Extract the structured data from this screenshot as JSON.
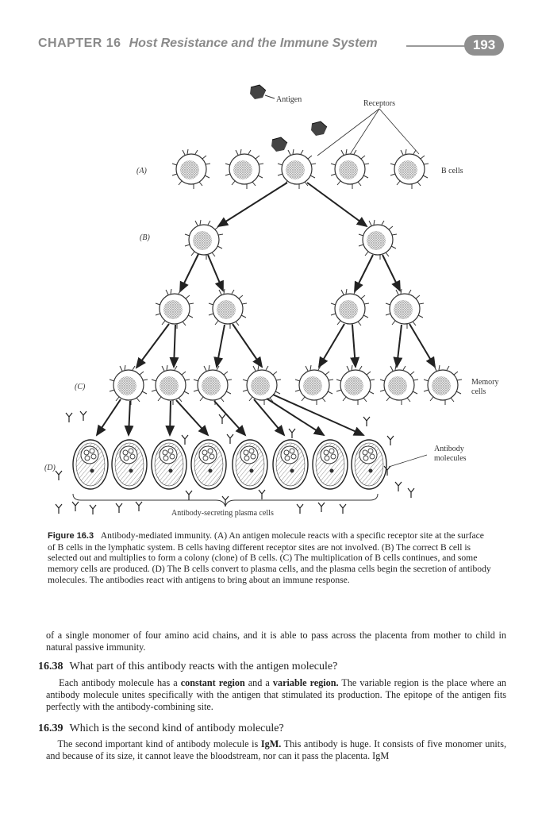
{
  "header": {
    "chapter": "CHAPTER 16",
    "title": "Host Resistance and the Immune System",
    "page_number": "193"
  },
  "figure": {
    "labels": {
      "antigen": "Antigen",
      "receptors": "Receptors",
      "a": "(A)",
      "b": "(B)",
      "c": "(C)",
      "d": "(D)",
      "b_cells": "B cells",
      "memory_1": "Memory",
      "memory_2": "cells",
      "antibody_1": "Antibody",
      "antibody_2": "molecules",
      "plasma": "Antibody-secreting plasma cells"
    },
    "caption": {
      "label": "Figure 16.3",
      "text": "Antibody-mediated immunity. (A) An antigen molecule reacts with a specific receptor site at the surface of B cells in the lymphatic system. B cells having different receptor sites are not involved. (B) The correct B cell is selected out and multiplies to form a colony (clone) of B cells. (C) The multiplication of B cells continues, and some memory cells are produced. (D) The B cells convert to plasma cells, and the plasma cells begin the secretion of antibody molecules. The antibodies react with antigens to bring about an immune response."
    }
  },
  "body": {
    "continuation": "of a single monomer of four amino acid chains, and it is able to pass across the placenta from mother to child in natural passive immunity.",
    "q1": {
      "number": "16.38",
      "question": "What part of this antibody reacts with the antigen molecule?",
      "answer_1": "Each antibody molecule has a ",
      "answer_b1": "constant region",
      "answer_2": " and a ",
      "answer_b2": "variable region.",
      "answer_3": " The variable region is the place where an antibody molecule unites specifically with the antigen that stimulated its production. The epitope of the antigen fits perfectly with the antibody-combining site."
    },
    "q2": {
      "number": "16.39",
      "question": "Which is the second kind of antibody molecule?",
      "answer_1": "The second important kind of antibody molecule is ",
      "answer_b1": "IgM.",
      "answer_2": " This antibody is huge. It consists of five monomer units, and because of its size, it cannot leave the bloodstream, nor can it pass the placenta. IgM"
    }
  }
}
